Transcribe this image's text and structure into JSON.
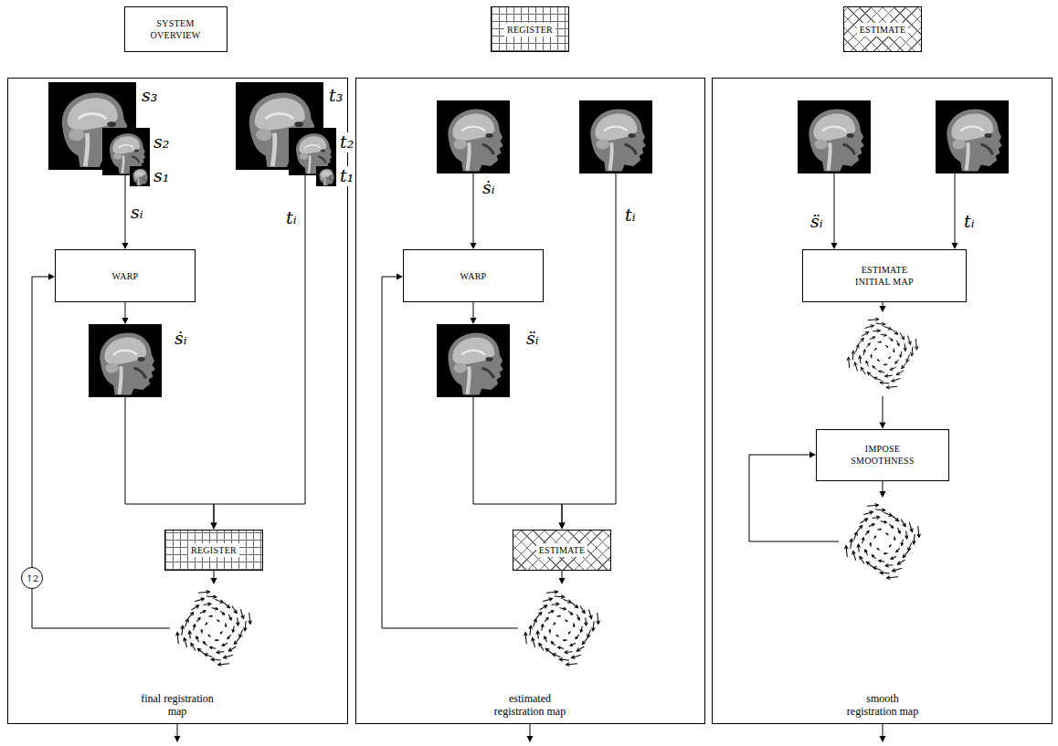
{
  "diagram": {
    "nodes": [
      {
        "text": [
          "SYSTEM OVERVIEW"
        ]
      },
      {
        "text": [
          "REGISTER"
        ]
      },
      {
        "text": [
          "ESTIMATE"
        ]
      },
      {
        "text": [
          "s₃"
        ]
      },
      {
        "text": [
          "s₂"
        ]
      },
      {
        "text": [
          "s₁"
        ]
      },
      {
        "text": [
          "t₃"
        ]
      },
      {
        "text": [
          "t₂"
        ]
      },
      {
        "text": [
          "t₁"
        ]
      },
      {
        "text": [
          "WARP"
        ]
      },
      {
        "text": [
          "ṡᵢ"
        ]
      },
      {
        "text": [
          "REGISTER"
        ]
      },
      {
        "text": [
          "↑2"
        ]
      },
      {
        "text": [
          "final registration map"
        ]
      },
      {
        "text": [
          "ṡᵢ"
        ]
      },
      {
        "text": [
          "tᵢ"
        ]
      },
      {
        "text": [
          "WARP"
        ]
      },
      {
        "text": [
          "s̈ᵢ"
        ]
      },
      {
        "text": [
          "ESTIMATE"
        ]
      },
      {
        "text": [
          "estimated registration map"
        ]
      },
      {
        "text": [
          "s̈ᵢ"
        ]
      },
      {
        "text": [
          "tᵢ"
        ]
      },
      {
        "text": [
          "ESTIMATE INITIAL MAP"
        ]
      },
      {
        "text": [
          "IMPOSE SMOOTHNESS"
        ]
      },
      {
        "text": [
          "smooth registration map"
        ]
      }
    ],
    "edges": [
      {
        "from": 4,
        "to": 9,
        "arrow": "to"
      },
      {
        "from": 9,
        "to": 10,
        "arrow": "to"
      },
      {
        "from": 10,
        "to": 11,
        "arrow": "to"
      },
      {
        "from": 7,
        "to": 11,
        "arrow": "to"
      },
      {
        "from": 11,
        "to": 13,
        "arrow": "to"
      },
      {
        "from": 13,
        "to": 12,
        "arrow": "none"
      },
      {
        "from": 12,
        "to": 9,
        "arrow": "to"
      },
      {
        "from": 14,
        "to": 16,
        "arrow": "to"
      },
      {
        "from": 16,
        "to": 17,
        "arrow": "to"
      },
      {
        "from": 17,
        "to": 18,
        "arrow": "to"
      },
      {
        "from": 15,
        "to": 18,
        "arrow": "to"
      },
      {
        "from": 18,
        "to": 19,
        "arrow": "to"
      },
      {
        "from": 19,
        "to": 16,
        "arrow": "to"
      },
      {
        "from": 20,
        "to": 22,
        "arrow": "to"
      },
      {
        "from": 21,
        "to": 22,
        "arrow": "to"
      },
      {
        "from": 22,
        "to": 23,
        "arrow": "to"
      },
      {
        "from": 23,
        "to": 24,
        "arrow": "to"
      },
      {
        "from": 24,
        "to": 23,
        "arrow": "to"
      }
    ],
    "labels": [
      "sᵢ",
      "tᵢ"
    ]
  }
}
